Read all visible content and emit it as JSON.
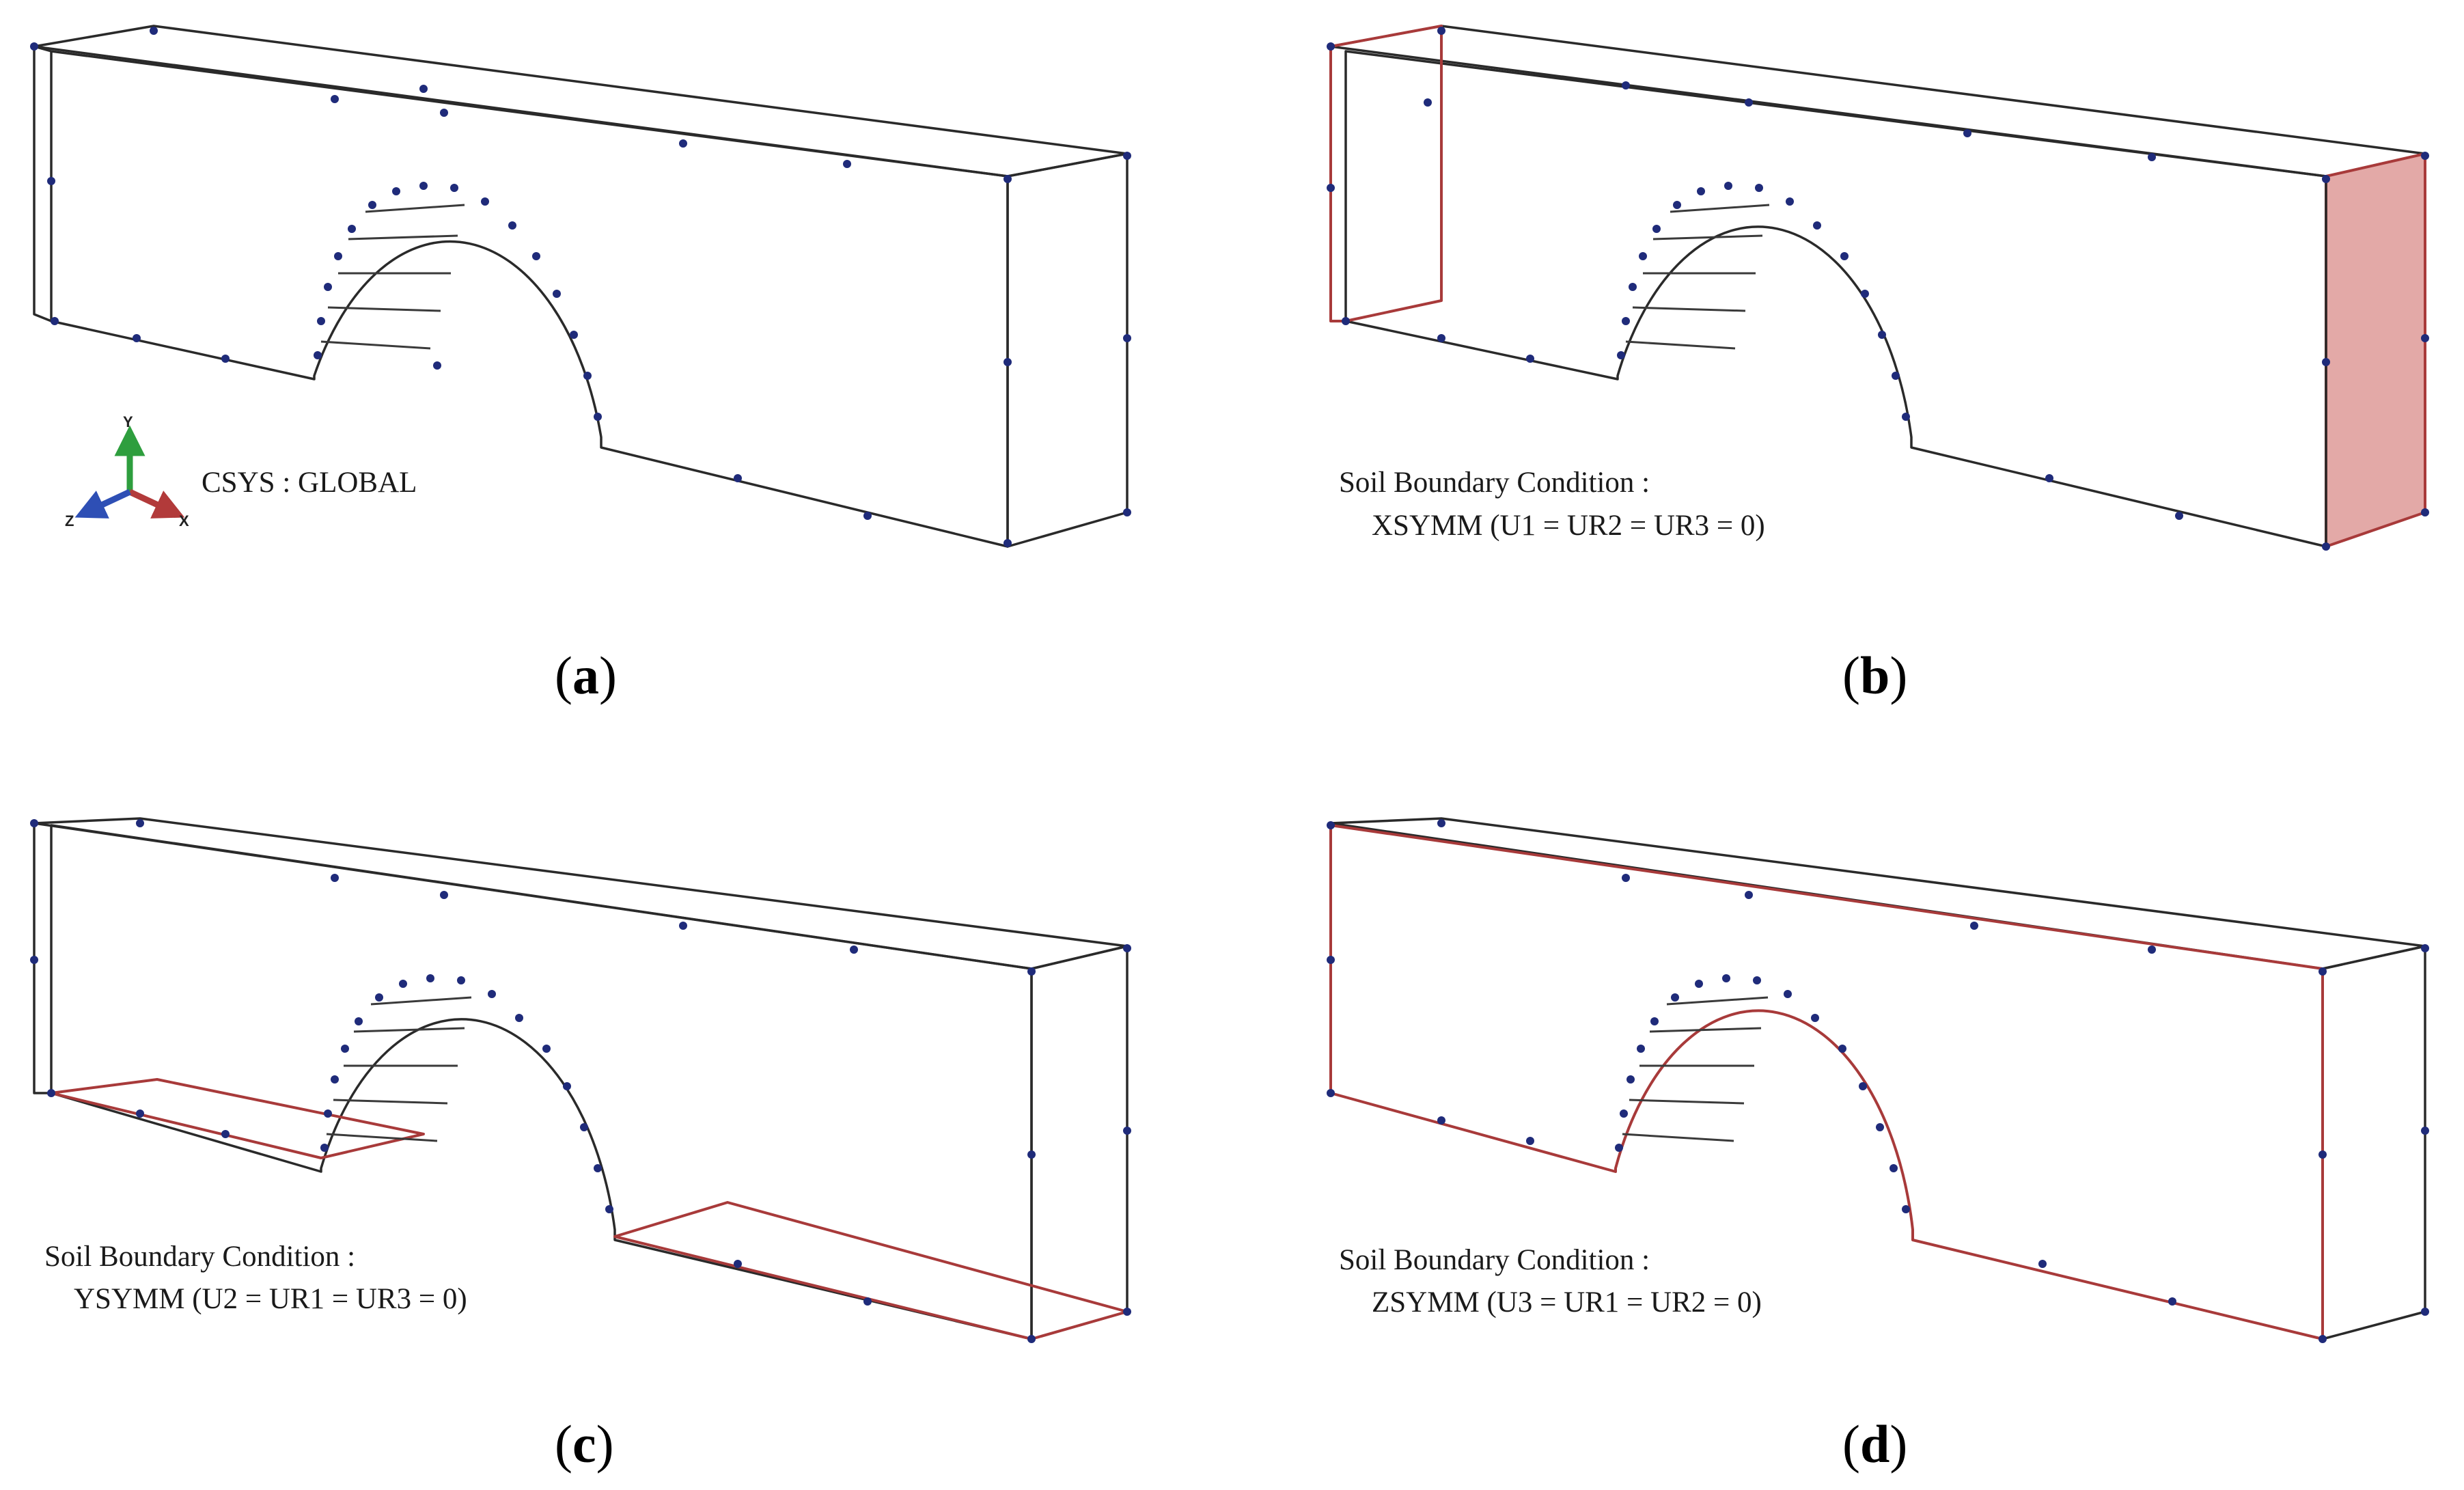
{
  "colors": {
    "face_plain": "#fdf7ea",
    "face_tinted": "#f9ebdc",
    "side_face": "#ddd3c7",
    "highlight_face": "#f4b9b4",
    "highlight_side": "#e3a9a7",
    "edge": "#2a2a2a",
    "highlight_edge": "#a83a3a",
    "constraint_blue": "#1f2b7a",
    "constraint_orange": "#d4852a",
    "axis_y": "#2e9e3e",
    "axis_x": "#b23a3a",
    "axis_z": "#2e4fb5"
  },
  "panels": [
    {
      "id": "a",
      "label_open": "(",
      "label_letter": "a",
      "label_close": ")",
      "highlight": "none",
      "csys": {
        "text": "CSYS : GLOBAL",
        "axis_y": "Y",
        "axis_x": "X",
        "axis_z": "Z"
      }
    },
    {
      "id": "b",
      "label_open": "(",
      "label_letter": "b",
      "label_close": ")",
      "highlight": "x",
      "annotation": {
        "line1": "Soil Boundary Condition :",
        "line2": "XSYMM (U1 = UR2 = UR3 = 0)"
      }
    },
    {
      "id": "c",
      "label_open": "(",
      "label_letter": "c",
      "label_close": ")",
      "highlight": "y",
      "annotation": {
        "line1": "Soil Boundary Condition :",
        "line2": "YSYMM (U2 = UR1 = UR3 = 0)"
      }
    },
    {
      "id": "d",
      "label_open": "(",
      "label_letter": "d",
      "label_close": ")",
      "highlight": "z",
      "annotation": {
        "line1": "Soil Boundary Condition :",
        "line2": "ZSYMM (U3 = UR1 = UR2 = 0)"
      }
    }
  ]
}
